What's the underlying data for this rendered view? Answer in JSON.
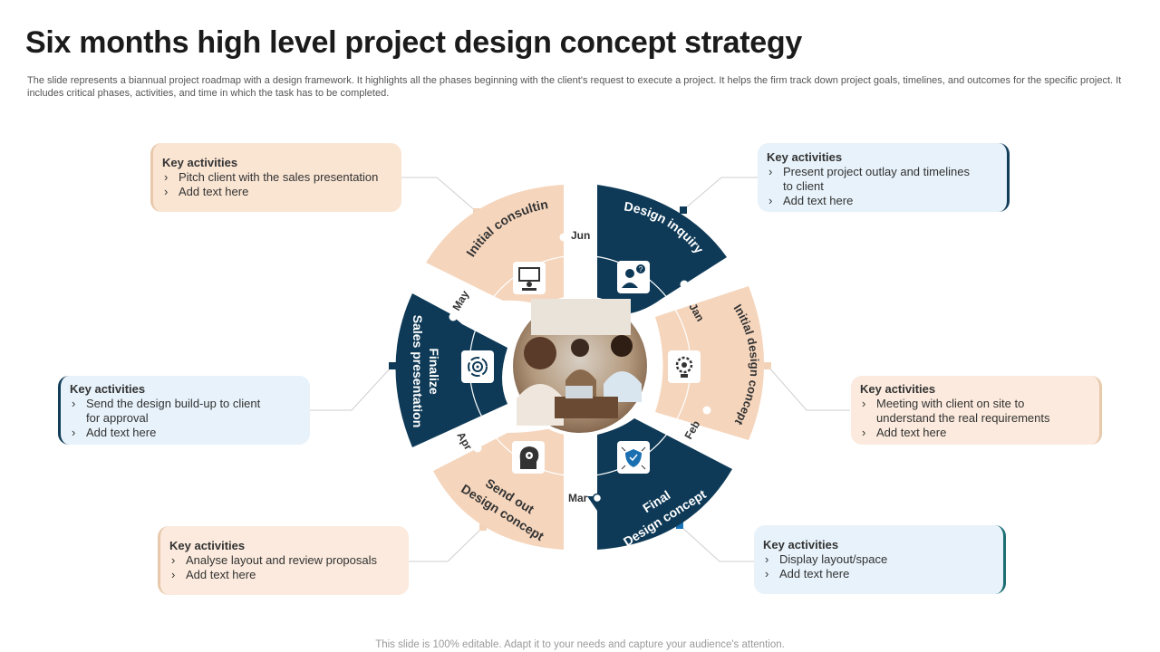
{
  "title": "Six months high level project design concept strategy",
  "description": "The slide represents a biannual project roadmap with a design framework. It highlights all the phases beginning with the client's request to execute  a project. It helps the firm track down project goals, timelines, and outcomes for the specific project. It includes critical phases, activities, and time in which the task has to be completed.",
  "footer": "This slide is 100% editable. Adapt it to your needs and capture your audience's attention.",
  "colors": {
    "navy": "#0e3a57",
    "peach": "#f5d5bc",
    "peach_box": "#fae5d3",
    "blue_box": "#e7f2fa"
  },
  "phases": [
    {
      "label": "Initial consulting",
      "month": "Jun",
      "icon": "presentation-board-icon"
    },
    {
      "label": "Design inquiry",
      "month": "Jan",
      "icon": "person-question-icon"
    },
    {
      "label": "Initial design concept",
      "month": "Feb",
      "icon": "lightbulb-gear-icon"
    },
    {
      "label_line1": "Final",
      "label_line2": "Design concept",
      "month": "Mar",
      "icon": "shield-network-icon"
    },
    {
      "label_line1": "Send out",
      "label_line2": "Design concept",
      "month": "Apr",
      "icon": "head-gear-icon"
    },
    {
      "label_line1": "Finalize",
      "label_line2": "Sales presentation",
      "month": "May",
      "icon": "target-cycle-icon"
    }
  ],
  "boxes": {
    "top_left": {
      "heading": "Key activities",
      "items": [
        "Pitch client with the sales presentation",
        "Add text here"
      ]
    },
    "top_right": {
      "heading": "Key activities",
      "items": [
        "Present project outlay and timelines",
        "to client",
        "Add text here"
      ]
    },
    "mid_left": {
      "heading": "Key activities",
      "items": [
        "Send the design build-up to client",
        "for approval",
        "Add text here"
      ]
    },
    "mid_right": {
      "heading": "Key activities",
      "items": [
        "Meeting with client on site to",
        "understand the real requirements",
        "Add text here"
      ]
    },
    "bottom_left": {
      "heading": "Key activities",
      "items": [
        "Analyse layout and review  proposals",
        "Add text here"
      ]
    },
    "bottom_right": {
      "heading": "Key activities",
      "items": [
        "Display layout/space",
        "Add text here"
      ]
    }
  },
  "center_photo": "team-meeting-photo"
}
